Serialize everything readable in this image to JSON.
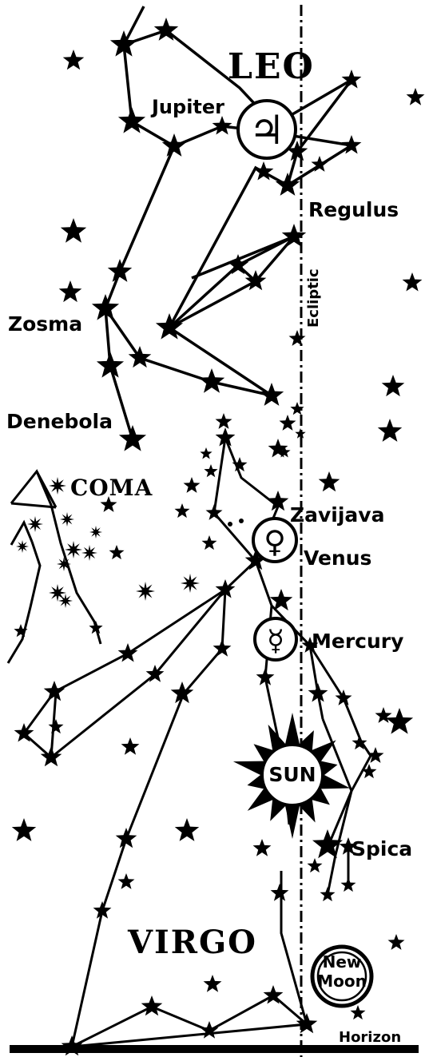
{
  "constellations": {
    "leo": "LEO",
    "coma": "COMA",
    "virgo": "VIRGO"
  },
  "stars": {
    "regulus": "Regulus",
    "zosma": "Zosma",
    "denebola": "Denebola",
    "zavijava": "Zavijava",
    "spica": "Spica"
  },
  "planets": {
    "jupiter": "Jupiter",
    "jupiter_symbol": "♃",
    "venus": "Venus",
    "venus_symbol": "♀",
    "mercury": "Mercury",
    "mercury_symbol": "☿"
  },
  "sun": "SUN",
  "moon": {
    "line1": "New",
    "line2": "Moon"
  },
  "labels": {
    "ecliptic": "Ecliptic",
    "horizon": "Horizon"
  },
  "colors": {
    "ink": "#000000",
    "paper": "#ffffff"
  },
  "icons": {
    "star": "star-icon",
    "sun": "sun-icon",
    "moon": "new-moon-icon"
  }
}
